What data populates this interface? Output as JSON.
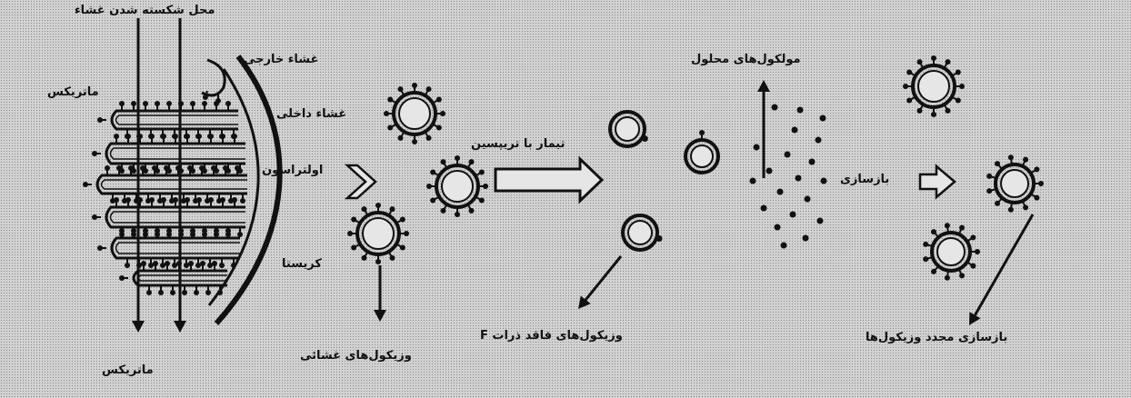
{
  "colors": {
    "background": "#d2d2d2",
    "ink": "#111111",
    "fill_light": "#e6e6e6"
  },
  "labels": {
    "membrane_break_site": "محل شکسته شدن غشاء",
    "outer_membrane": "غشاء خارجی",
    "matrix_top": "ماتریکس",
    "inner_membrane": "غشاء داخلی",
    "ultrasound": "اولتراسون",
    "crista": "کریستا",
    "matrix_bottom": "ماتریکس",
    "membrane_vesicles": "وزیکول‌های غشائی",
    "trypsin_treatment": "تیمار با تریپسین",
    "vesicles_without_f": "وزیکول‌های فاقد ذرات F",
    "soluble_molecules": "مولکول‌های محلول",
    "reconstitution": "بازسازی",
    "vesicle_reconstitution": "بازسازی مجدد وزیکول‌ها"
  }
}
